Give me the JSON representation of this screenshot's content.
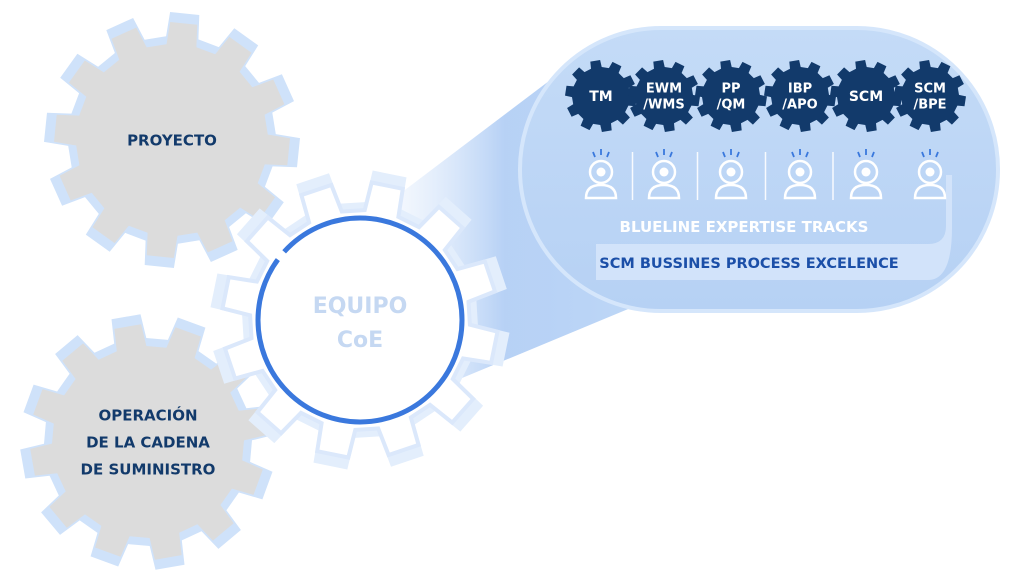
{
  "left_gears": {
    "top": {
      "lines": [
        "PROYECTO"
      ]
    },
    "bottom": {
      "lines": [
        "OPERACIÓN",
        "DE LA CADENA",
        "DE SUMINISTRO"
      ]
    }
  },
  "center_gear": {
    "lines": [
      "EQUIPO",
      "CoE"
    ]
  },
  "panel": {
    "cogs": [
      {
        "lines": [
          "TM"
        ]
      },
      {
        "lines": [
          "EWM",
          "/WMS"
        ]
      },
      {
        "lines": [
          "PP",
          "/QM"
        ]
      },
      {
        "lines": [
          "IBP",
          "/APO"
        ]
      },
      {
        "lines": [
          "SCM"
        ]
      },
      {
        "lines": [
          "SCM",
          "/BPE"
        ]
      }
    ],
    "experts_icon": "user-headset-icon",
    "tracks_title": "BLUELINE EXPERTISE TRACKS",
    "bpe_title": "SCM BUSSINES PROCESS EXCELENCE"
  },
  "colors": {
    "grey_gear": "#dcdcdc",
    "gear_halo": "#cfe2fa",
    "dark_blue": "#123a6b",
    "accent_blue": "#3a78dd",
    "panel_fill": "#bcd6f6"
  }
}
